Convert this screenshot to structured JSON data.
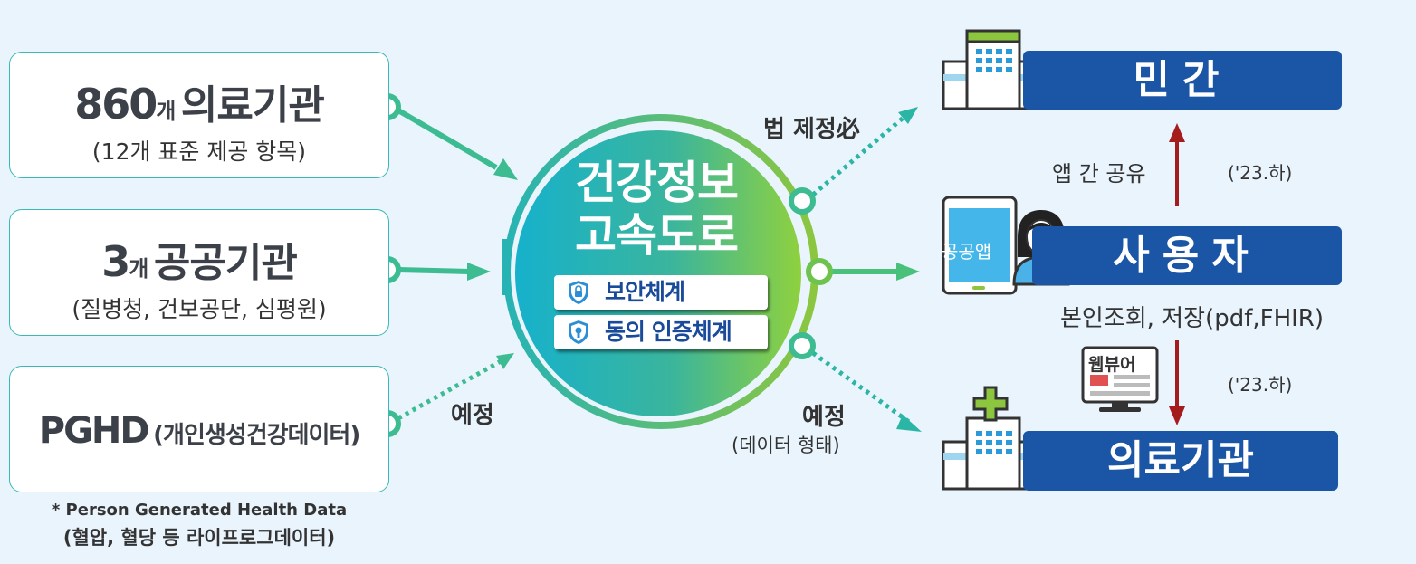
{
  "sources": [
    {
      "number": "860",
      "unit": "개",
      "label": "의료기관",
      "sub": "(12개 표준 제공 항목)"
    },
    {
      "number": "3",
      "unit": "개",
      "label": "공공기관",
      "sub": "(질병청, 건보공단, 심평원)"
    },
    {
      "label_en": "PGHD",
      "label_kr": "(개인생성건강데이터)"
    }
  ],
  "notes": {
    "line1": "* Person Generated Health Data",
    "line2": "(혈압, 혈당 등 라이프로그데이터)"
  },
  "hub": {
    "title_line1": "건강정보",
    "title_line2": "고속도로",
    "security": "보안체계",
    "consent": "동의 인증체계"
  },
  "edges": {
    "pghd_label": "예정",
    "private_label": "법 제정必",
    "medical_label": "예정",
    "medical_sub": "(데이터 형태)",
    "app_share": "앱 간 공유",
    "date_upper": "('23.하)",
    "date_lower": "('23.하)",
    "user_desc": "본인조회, 저장(pdf,FHIR)"
  },
  "targets": {
    "private": "민간",
    "user": "사용자",
    "medical": "의료기관",
    "phone_app": "공공앱",
    "webviewer": "웹뷰어"
  },
  "colors": {
    "teal": "#2bb5b0",
    "green": "#8cc63f",
    "navy": "#1b55a5",
    "dark_red": "#a51c1c"
  }
}
